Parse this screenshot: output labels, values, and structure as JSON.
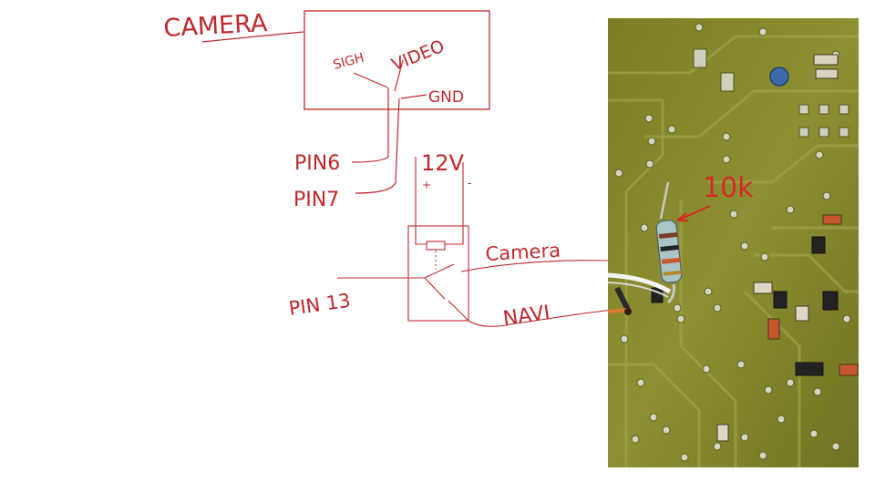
{
  "labels": {
    "camera_title": "CAMERA",
    "sigh": "SIGH",
    "video": "VIDEO",
    "gnd": "GND",
    "pin6": "PIN6",
    "pin7": "PIN7",
    "v12": "12V",
    "plus": "+",
    "minus": "-",
    "camera_out": "Camera",
    "pin13": "PIN 13",
    "navi": "NAVI",
    "photo_note": "10k"
  },
  "colors": {
    "ink": "#c0282d",
    "wire": "#c0282d",
    "board": "#8a8a2c",
    "board_dark": "#5e621c",
    "pad": "#d8d8cc"
  }
}
